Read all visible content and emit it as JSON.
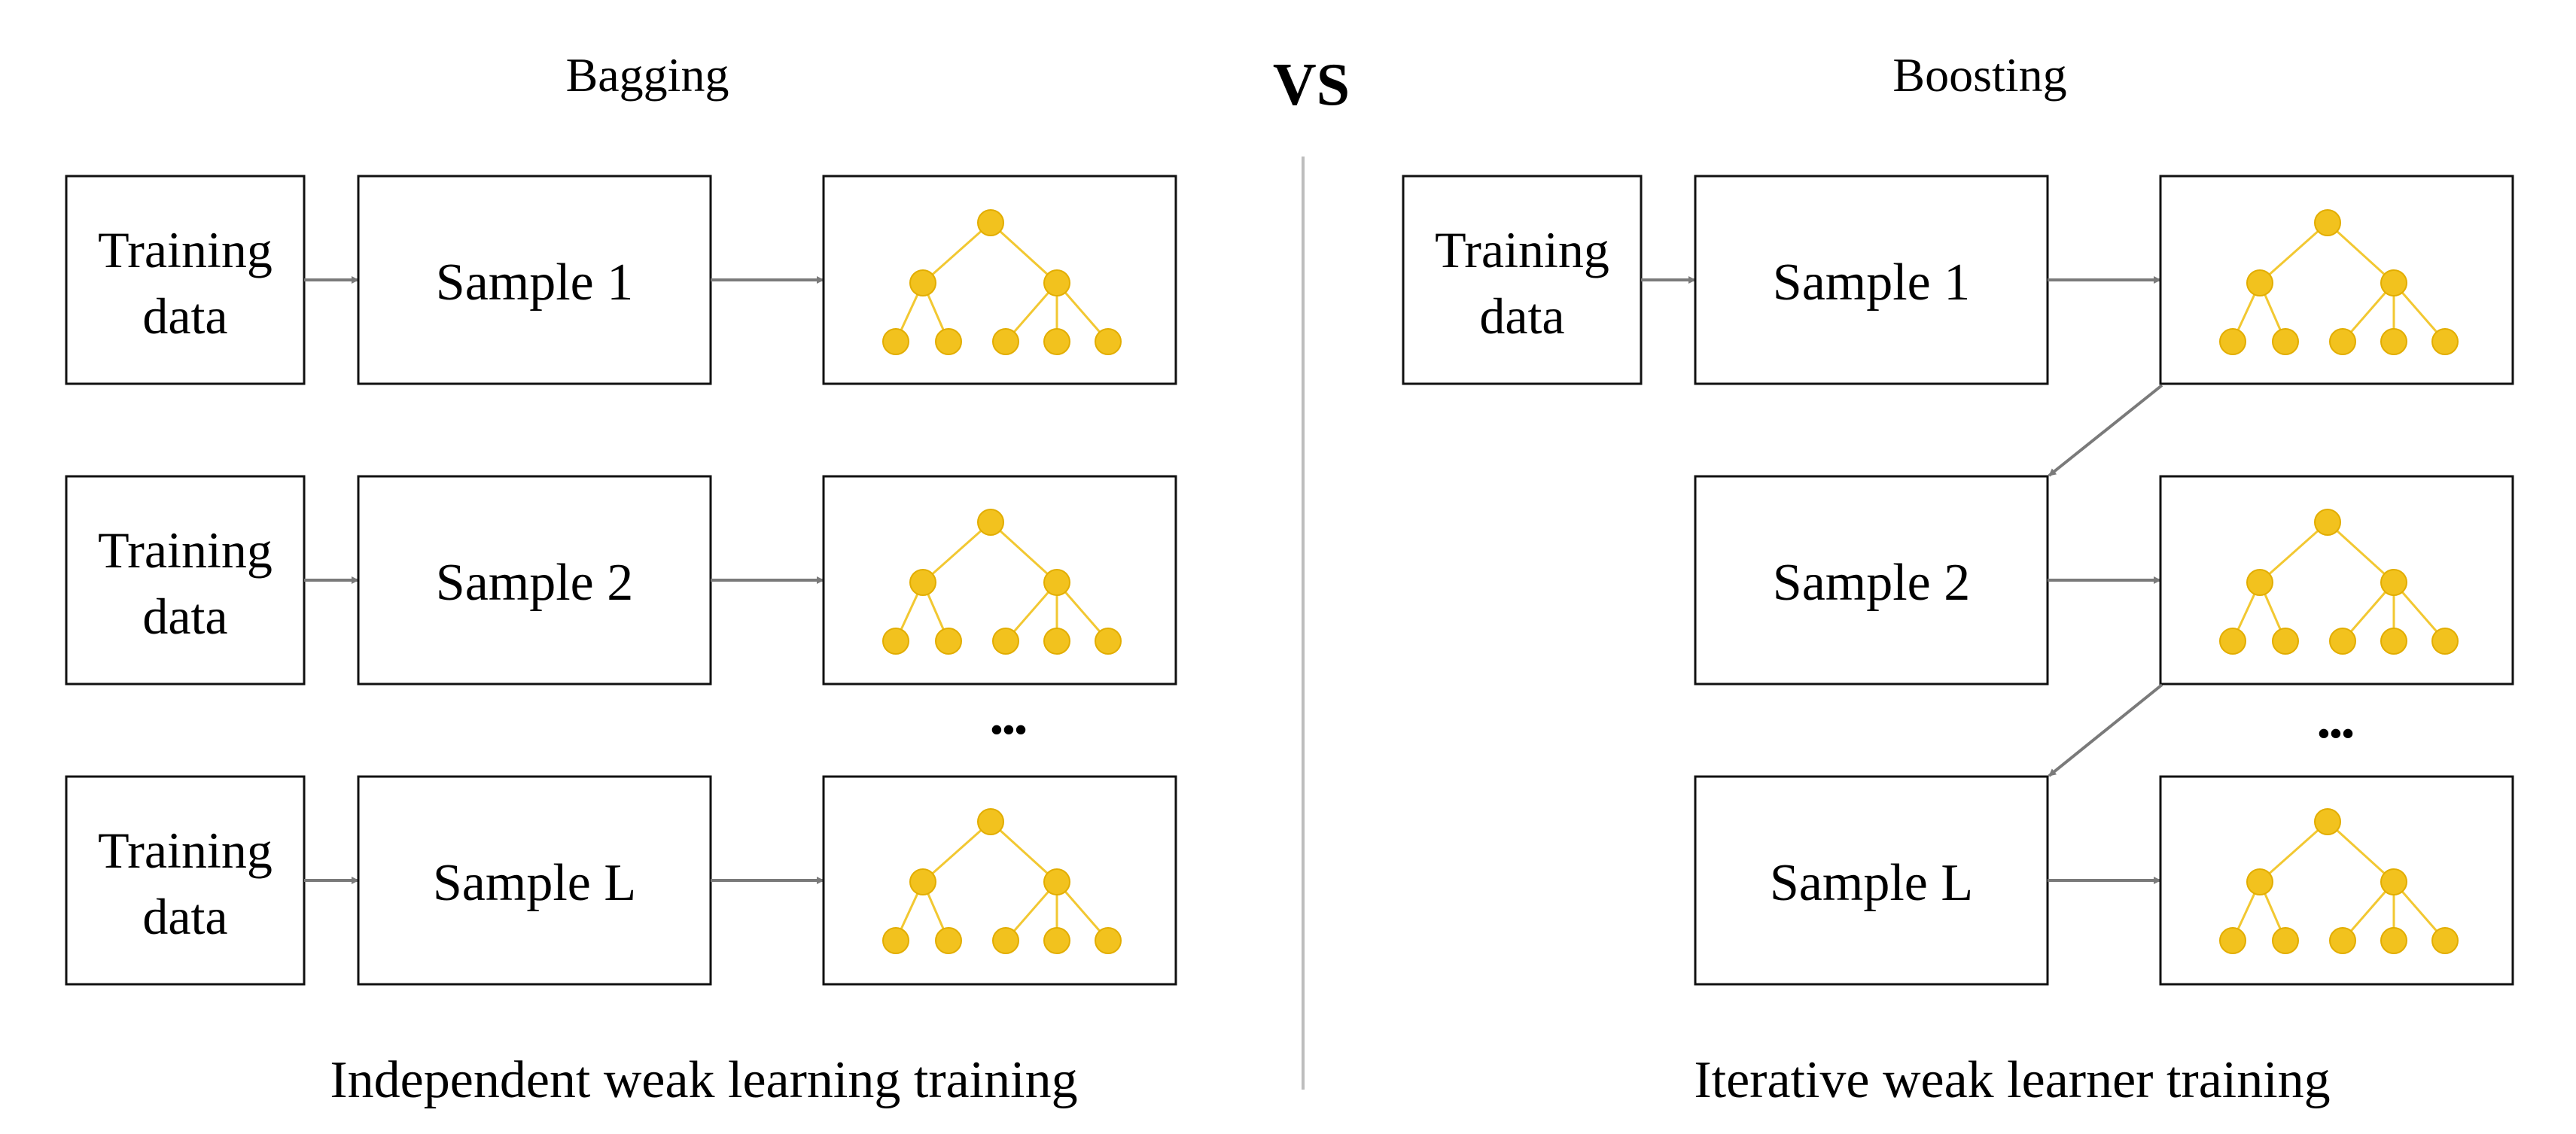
{
  "vs_label": "VS",
  "colors": {
    "tree": "#f2c21e",
    "arrow": "#7a7a7a",
    "divider": "#bdbdbd"
  },
  "bagging": {
    "title": "Bagging",
    "caption": "Independent weak learning training",
    "ellipsis": "•••",
    "rows": [
      {
        "training_line1": "Training",
        "training_line2": "data",
        "sample": "Sample 1"
      },
      {
        "training_line1": "Training",
        "training_line2": "data",
        "sample": "Sample 2"
      },
      {
        "training_line1": "Training",
        "training_line2": "data",
        "sample": "Sample L"
      }
    ]
  },
  "boosting": {
    "title": "Boosting",
    "caption": "Iterative weak learner training",
    "ellipsis": "•••",
    "training_line1": "Training",
    "training_line2": "data",
    "samples": [
      "Sample 1",
      "Sample 2",
      "Sample L"
    ]
  }
}
